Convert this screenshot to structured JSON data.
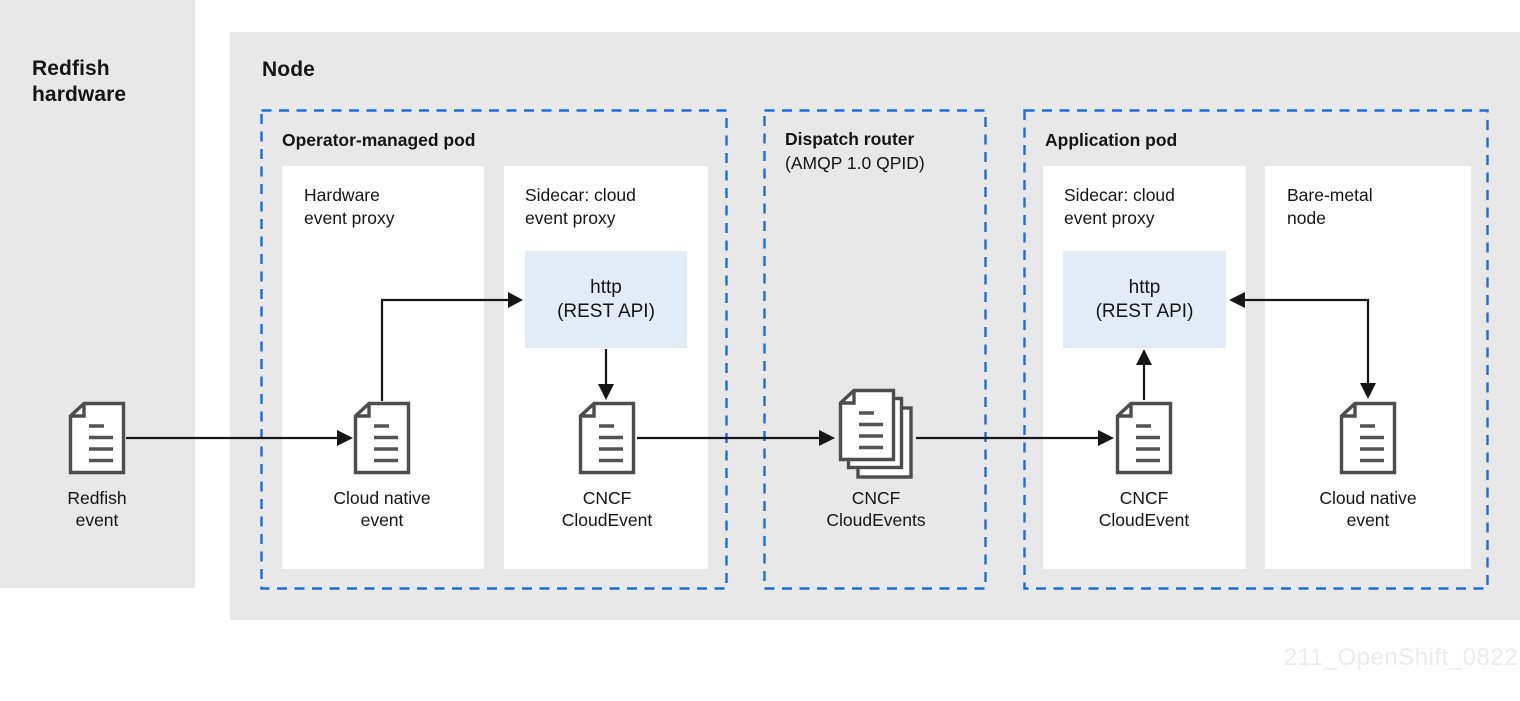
{
  "watermark": "211_OpenShift_0822",
  "colors": {
    "panel_background": "#e8e8e8",
    "dashed_border": "#1b6cdf",
    "http_box_fill": "#e1ecf7",
    "document_stroke": "#4d4d4d",
    "arrow": "#161616",
    "text": "#151515",
    "watermark_text": "#ececec"
  },
  "panels": {
    "redfish": {
      "title_lines": [
        "Redfish",
        "hardware"
      ]
    },
    "node": {
      "title": "Node"
    }
  },
  "groups": {
    "operator_pod": {
      "label": "Operator-managed pod"
    },
    "dispatch_router": {
      "label": "Dispatch router",
      "sublabel": "(AMQP 1.0 QPID)"
    },
    "application_pod": {
      "label": "Application pod"
    }
  },
  "containers": {
    "hardware_event_proxy": {
      "lines": [
        "Hardware",
        "event proxy"
      ]
    },
    "sidecar_operator": {
      "lines": [
        "Sidecar: cloud",
        "event proxy"
      ]
    },
    "sidecar_application": {
      "lines": [
        "Sidecar: cloud",
        "event proxy"
      ]
    },
    "bare_metal_node": {
      "lines": [
        "Bare-metal",
        "node"
      ]
    }
  },
  "endpoints": {
    "http_operator": {
      "lines": [
        "http",
        "(REST API)"
      ]
    },
    "http_application": {
      "lines": [
        "http",
        "(REST API)"
      ]
    }
  },
  "artifacts": {
    "redfish_event": {
      "lines": [
        "Redfish",
        "event"
      ]
    },
    "cloud_native_event_operator": {
      "lines": [
        "Cloud native",
        "event"
      ]
    },
    "cncf_cloudevent_operator": {
      "lines": [
        "CNCF",
        "CloudEvent"
      ]
    },
    "cncf_cloudevents_router": {
      "lines": [
        "CNCF",
        "CloudEvents"
      ]
    },
    "cncf_cloudevent_application": {
      "lines": [
        "CNCF",
        "CloudEvent"
      ]
    },
    "cloud_native_event_baremetal": {
      "lines": [
        "Cloud native",
        "event"
      ]
    }
  },
  "flows": [
    "redfish-event to cloud-native-event",
    "cloud-native-event to http-rest-api (operator)",
    "http-rest-api to cncf-cloudevent (operator)",
    "cncf-cloudevent to cncf-cloudevents (dispatch router)",
    "cncf-cloudevents to cncf-cloudevent (application)",
    "cncf-cloudevent to http-rest-api (application)",
    "http-rest-api and cloud-native-event (bare-metal, double-headed)"
  ]
}
